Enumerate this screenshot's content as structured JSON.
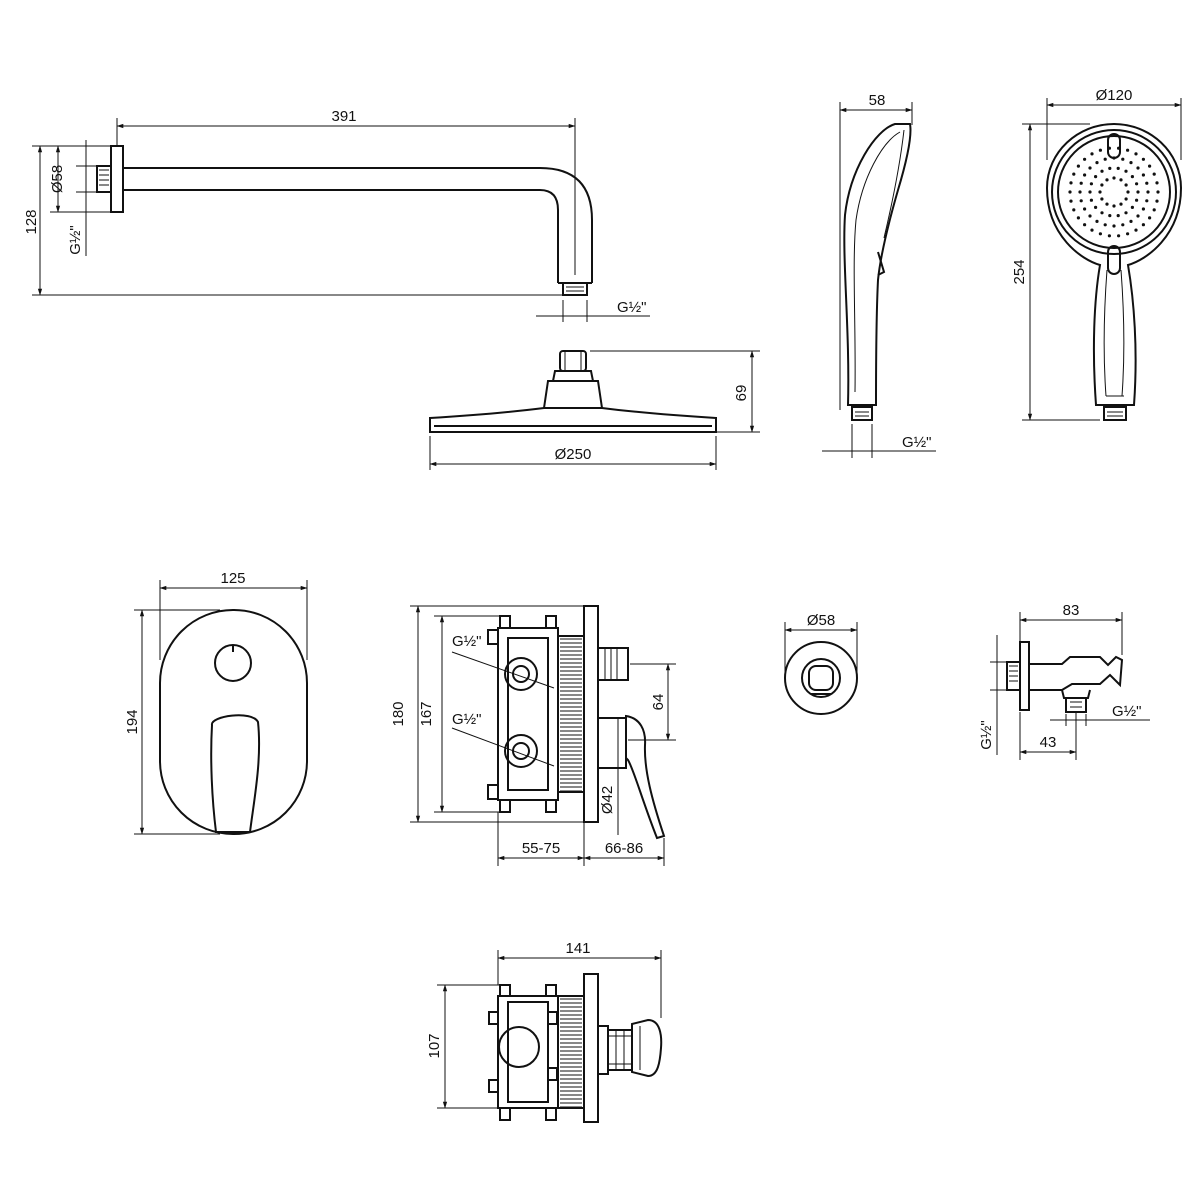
{
  "shower_arm": {
    "length": "391",
    "height": "128",
    "flange_diameter": "Ø58",
    "wall_thread": "G½\"",
    "outlet_thread": "G½\""
  },
  "rain_head": {
    "height": "69",
    "diameter": "Ø250"
  },
  "hand_shower_side": {
    "width": "58",
    "thread": "G½\""
  },
  "hand_shower_front": {
    "diameter": "Ø120",
    "length": "254"
  },
  "trim_plate": {
    "width": "125",
    "height": "194"
  },
  "mixer_body": {
    "overall_height": "180",
    "box_height": "167",
    "inlet_thread_upper": "G½\"",
    "inlet_thread_lower": "G½\"",
    "outlet_spacing": "64",
    "cartridge_diameter": "Ø42",
    "depth_range": "55-75",
    "trim_depth_range": "66-86"
  },
  "wall_elbow": {
    "diameter": "Ø58"
  },
  "holder_outlet": {
    "length": "83",
    "offset": "43",
    "wall_thread": "G½\"",
    "outlet_thread": "G½\""
  },
  "box_top": {
    "width": "141",
    "depth": "107"
  }
}
